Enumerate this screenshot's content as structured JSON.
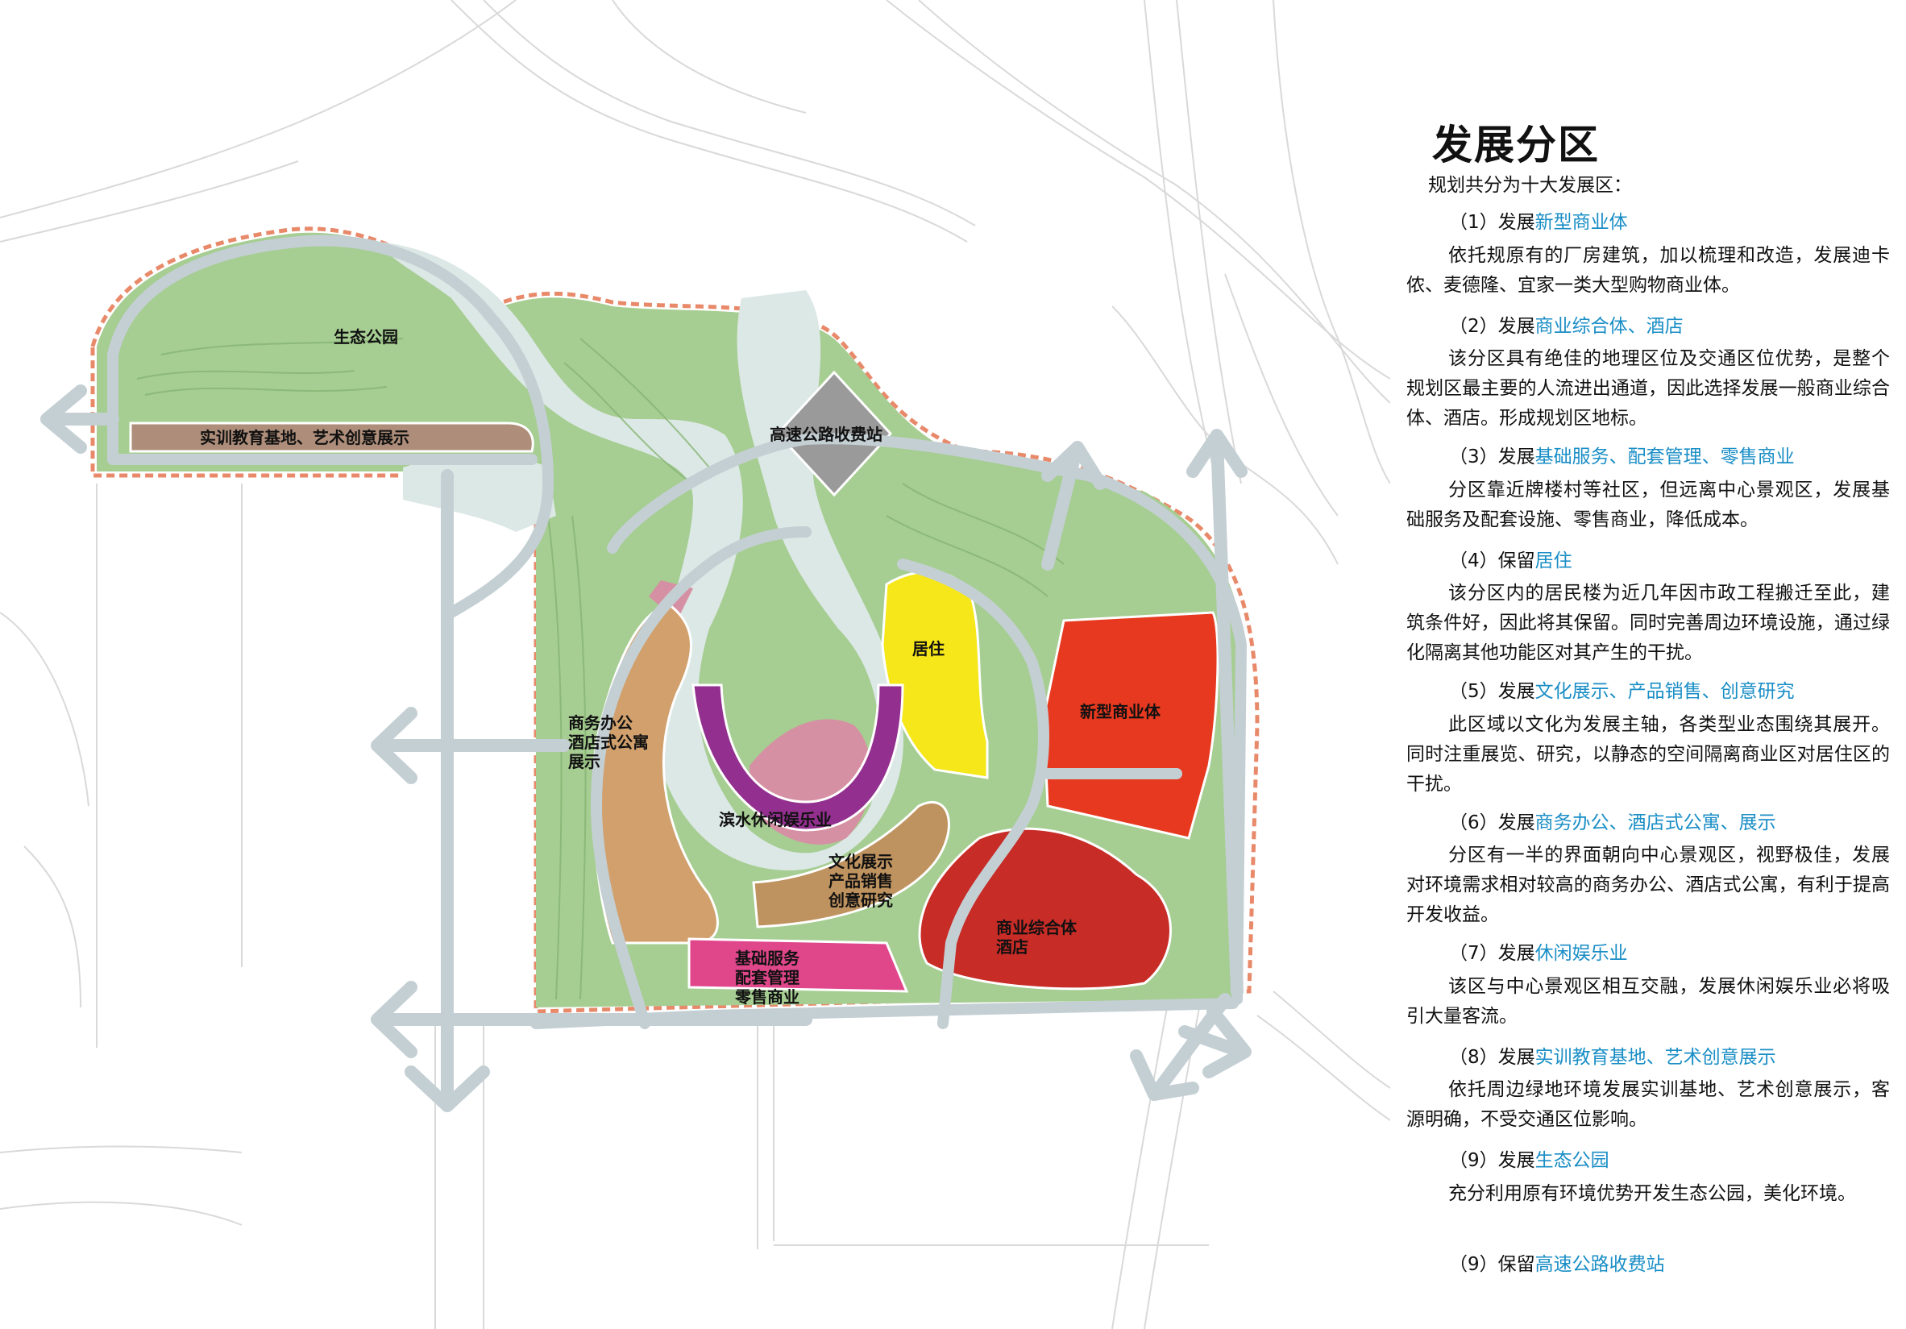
{
  "map": {
    "colors": {
      "park_green": "#a6cd92",
      "water": "#dce8e6",
      "road": "#c4cfd4",
      "boundary": "#e8896a",
      "residential": "#f6e71a",
      "new_commercial": "#e6391f",
      "commercial_hotel": "#c82c27",
      "business_office": "#d1a06d",
      "culture": "#bf935f",
      "basic_service": "#e0468a",
      "leisure": "#93308f",
      "tollgate": "#9a9a9a",
      "training": "#ae8e7a"
    },
    "labels": {
      "eco_park": "生态公园",
      "training": "实训教育基地、艺术创意展示",
      "tollgate": "高速公路收费站",
      "residential": "居住",
      "new_commercial": "新型商业体",
      "business_l1": "商务办公",
      "business_l2": "酒店式公寓",
      "business_l3": "展示",
      "leisure": "滨水休闲娱乐业",
      "culture_l1": "文化展示",
      "culture_l2": "产品销售",
      "culture_l3": "创意研究",
      "commercial_l1": "商业综合体",
      "commercial_l2": "酒店",
      "service_l1": "基础服务",
      "service_l2": "配套管理",
      "service_l3": "零售商业"
    }
  },
  "panel": {
    "title": "发展分区",
    "intro": "规划共分为十大发展区：",
    "items": [
      {
        "prefix": "（1）发展",
        "name": "新型商业体",
        "desc": "依托规原有的厂房建筑，加以梳理和改造，发展迪卡侬、麦德隆、宜家一类大型购物商业体。"
      },
      {
        "prefix": "（2）发展",
        "name": "商业综合体、酒店",
        "desc": "该分区具有绝佳的地理区位及交通区位优势，是整个规划区最主要的人流进出通道，因此选择发展一般商业综合体、酒店。形成规划区地标。"
      },
      {
        "prefix": "（3）发展",
        "name": "基础服务、配套管理、零售商业",
        "desc": "分区靠近牌楼村等社区，但远离中心景观区，发展基础服务及配套设施、零售商业，降低成本。"
      },
      {
        "prefix": "（4）保留",
        "name": "居住",
        "desc": "该分区内的居民楼为近几年因市政工程搬迁至此，建筑条件好，因此将其保留。同时完善周边环境设施，通过绿化隔离其他功能区对其产生的干扰。"
      },
      {
        "prefix": "（5）发展",
        "name": "文化展示、产品销售、创意研究",
        "desc": "此区域以文化为发展主轴，各类型业态围绕其展开。同时注重展览、研究，以静态的空间隔离商业区对居住区的干扰。"
      },
      {
        "prefix": "（6）发展",
        "name": "商务办公、酒店式公寓、展示",
        "desc": "分区有一半的界面朝向中心景观区，视野极佳，发展对环境需求相对较高的商务办公、酒店式公寓，有利于提高开发收益。"
      },
      {
        "prefix": "（7）发展",
        "name": "休闲娱乐业",
        "desc": "该区与中心景观区相互交融，发展休闲娱乐业必将吸引大量客流。"
      },
      {
        "prefix": "（8）发展",
        "name": "实训教育基地、艺术创意展示",
        "desc": "依托周边绿地环境发展实训基地、艺术创意展示，客源明确，不受交通区位影响。"
      },
      {
        "prefix": "（9）发展",
        "name": "生态公园",
        "desc": "充分利用原有环境优势开发生态公园，美化环境。"
      },
      {
        "prefix": "（9）保留",
        "name": "高速公路收费站",
        "desc": ""
      }
    ]
  }
}
